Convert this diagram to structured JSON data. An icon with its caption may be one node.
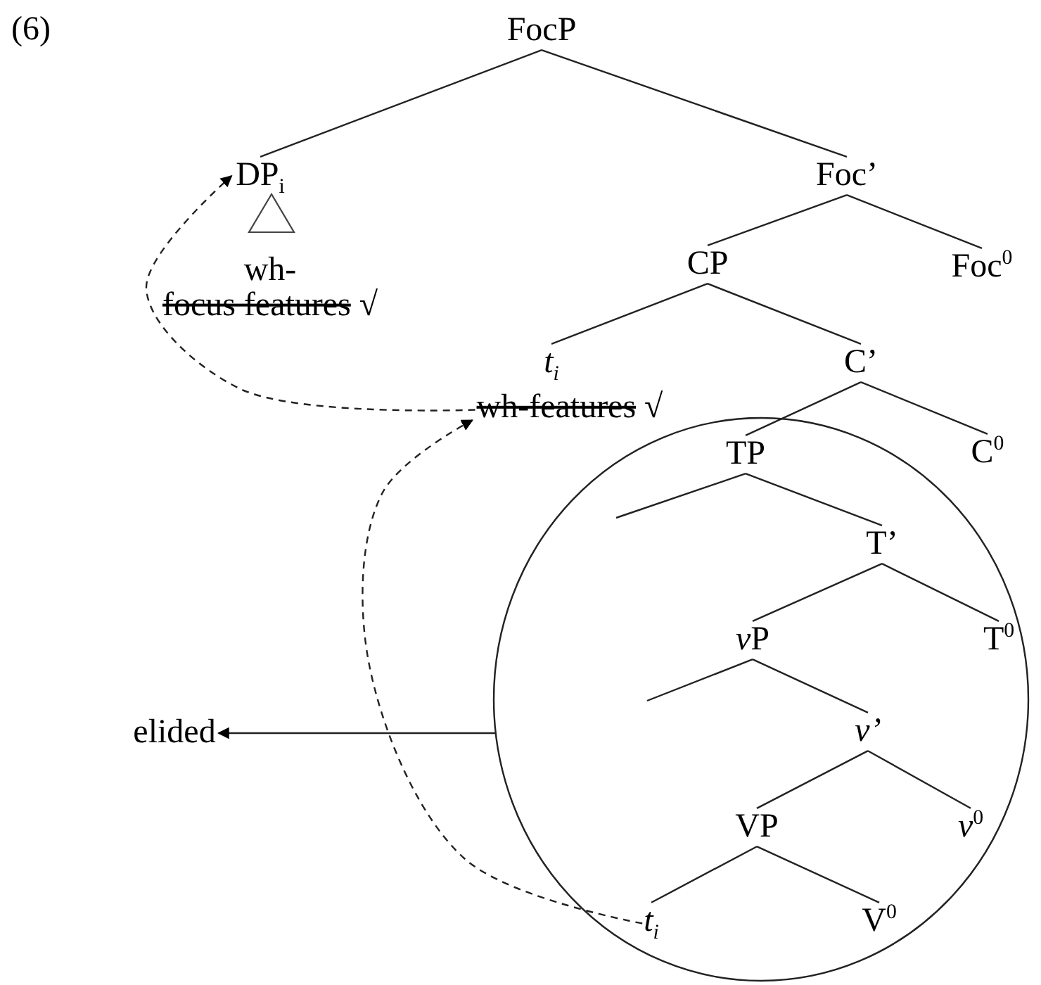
{
  "diagram": {
    "nodes": [
      {
        "text": [
          "FocP"
        ]
      },
      {
        "text": [
          "DP$_{i}$"
        ]
      },
      {
        "text": [
          "Foc’"
        ]
      },
      {
        "text": [
          "wh-",
          "focus features",
          "√"
        ]
      },
      {
        "text": [
          "CP"
        ]
      },
      {
        "text": [
          "Foc$^{0}$"
        ]
      },
      {
        "text": [
          "*t$_{i}$*"
        ]
      },
      {
        "text": [
          "C’"
        ]
      },
      {
        "text": [
          "wh-features",
          "√"
        ]
      },
      {
        "text": [],
        "shape": "circle"
      },
      {
        "text": [
          "TP"
        ],
        "in": 9
      },
      {
        "text": [
          "C$^{0}$"
        ]
      },
      {
        "text": [
          "T’"
        ],
        "in": 9
      },
      {
        "text": [
          "vP"
        ],
        "in": 9
      },
      {
        "text": [
          "T$^{0}$"
        ],
        "in": 9
      },
      {
        "text": [
          "*v’*"
        ],
        "in": 9
      },
      {
        "text": [
          "elided"
        ]
      },
      {
        "text": [
          "VP"
        ],
        "in": 9
      },
      {
        "text": [
          "*v*$^{0}$"
        ],
        "in": 9
      },
      {
        "text": [
          "*t$_{i}$*"
        ],
        "in": 9
      },
      {
        "text": [
          "V$^{0}$"
        ],
        "in": 9
      }
    ],
    "edges": [
      {
        "from": 0,
        "to": 1,
        "arrow": "none"
      },
      {
        "from": 0,
        "to": 2,
        "arrow": "none"
      },
      {
        "from": 2,
        "to": 4,
        "arrow": "none"
      },
      {
        "from": 2,
        "to": 5,
        "arrow": "none"
      },
      {
        "from": 4,
        "to": 6,
        "arrow": "none"
      },
      {
        "from": 4,
        "to": 7,
        "arrow": "none"
      },
      {
        "from": 7,
        "to": 10,
        "arrow": "none"
      },
      {
        "from": 7,
        "to": 11,
        "arrow": "none"
      },
      {
        "from": 10,
        "to": null,
        "arrow": "none"
      },
      {
        "from": 10,
        "to": 12,
        "arrow": "none"
      },
      {
        "from": 12,
        "to": 13,
        "arrow": "none"
      },
      {
        "from": 12,
        "to": 14,
        "arrow": "none"
      },
      {
        "from": 13,
        "to": null,
        "arrow": "none"
      },
      {
        "from": 13,
        "to": 15,
        "arrow": "none"
      },
      {
        "from": 15,
        "to": 17,
        "arrow": "none"
      },
      {
        "from": 15,
        "to": 18,
        "arrow": "none"
      },
      {
        "from": 17,
        "to": 19,
        "arrow": "none"
      },
      {
        "from": 17,
        "to": 20,
        "arrow": "none"
      },
      {
        "from": 8,
        "to": 1,
        "arrow": "to",
        "style": "dashed"
      },
      {
        "from": 19,
        "to": 8,
        "arrow": "to",
        "style": "dashed"
      },
      {
        "from": 9,
        "to": 16,
        "arrow": "to"
      }
    ],
    "labels": [
      "(6)"
    ]
  }
}
